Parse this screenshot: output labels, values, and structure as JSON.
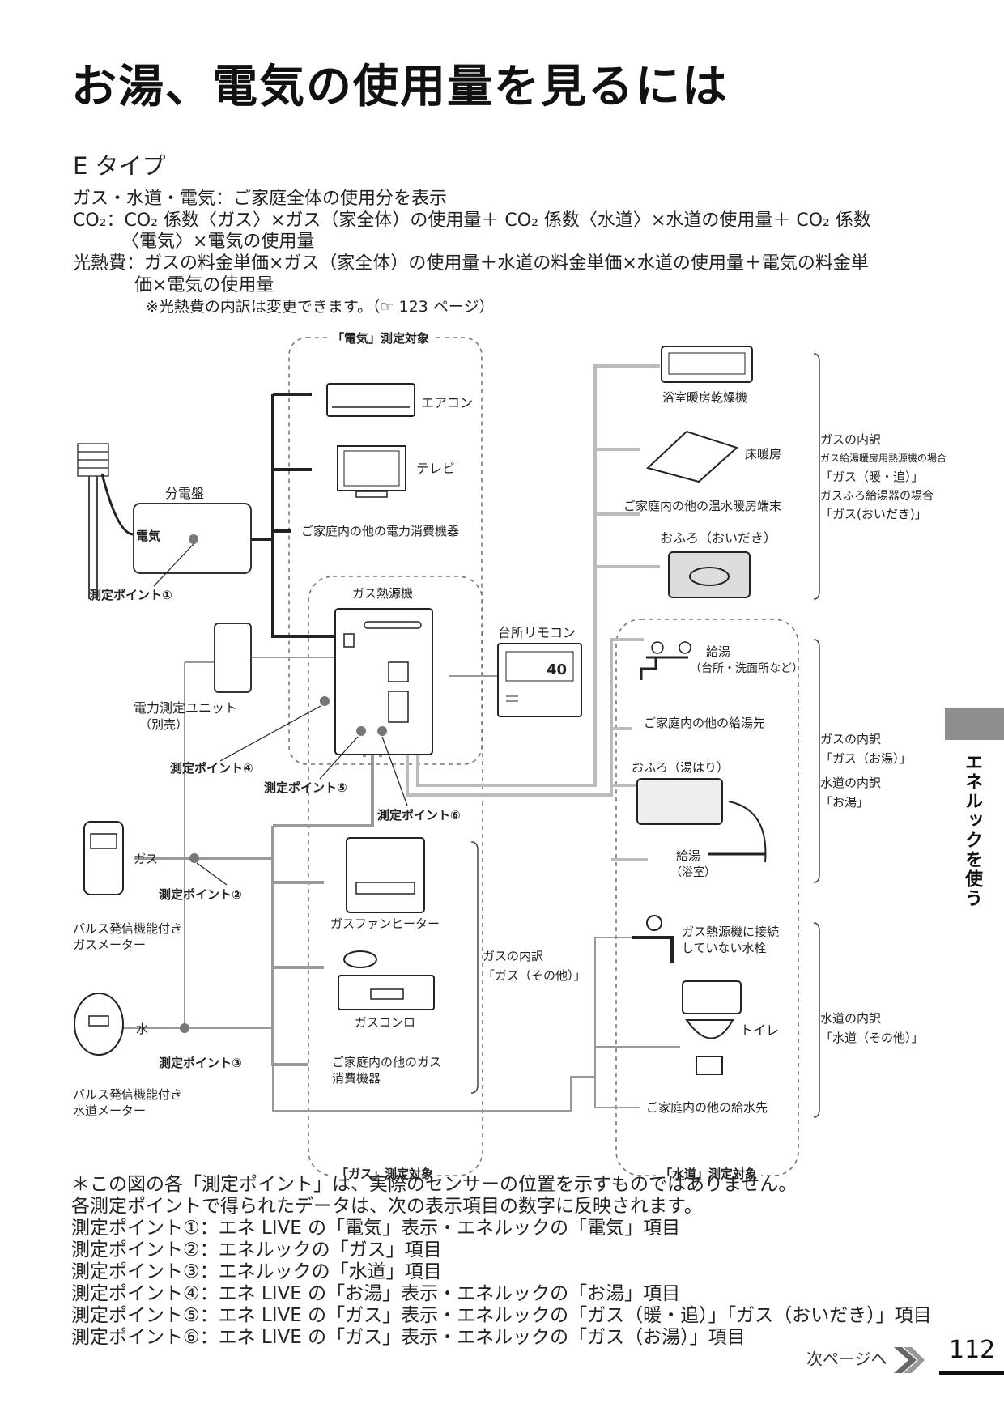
{
  "title": "お湯、電気の使用量を見るには",
  "type_label": "E タイプ",
  "definitions": [
    "ガス・水道・電気：ご家庭全体の使用分を表示",
    "CO₂：CO₂ 係数〈ガス〉×ガス（家全体）の使用量＋ CO₂ 係数〈水道〉×水道の使用量＋ CO₂ 係数",
    "〈電気〉×電気の使用量",
    "光熱費：ガスの料金単価×ガス（家全体）の使用量＋水道の料金単価×水道の使用量＋電気の料金単",
    "価×電気の使用量",
    "※光熱費の内訳は変更できます。（☞ 123 ページ）"
  ],
  "diagram": {
    "zone_denki": "「電気」測定対象",
    "zone_gas": "「ガス」測定対象",
    "zone_suido": "「水道」測定対象",
    "bunden": "分電盤",
    "denki": "電気",
    "gas": "ガス",
    "mizu": "水",
    "sokutei_1": "測定ポイント①",
    "sokutei_2": "測定ポイント②",
    "sokutei_3": "測定ポイント③",
    "sokutei_4": "測定ポイント④",
    "sokutei_5": "測定ポイント⑤",
    "sokutei_6": "測定ポイント⑥",
    "power_unit": "電力測定ユニット",
    "power_unit_sub": "（別売）",
    "gas_meter": [
      "パルス発信機能付き",
      "ガスメーター"
    ],
    "water_meter": [
      "パルス発信機能付き",
      "水道メーター"
    ],
    "aircon": "エアコン",
    "tv": "テレビ",
    "other_power": "ご家庭内の他の電力消費機器",
    "gas_heat_source": "ガス熱源機",
    "kitchen_remote": "台所リモコン",
    "remote_display": "40",
    "bathroom_dryer": "浴室暖房乾燥機",
    "floor_heating": "床暖房",
    "other_hot_water_heating": "ご家庭内の他の温水暖房端末",
    "ofuro_oidaki": "おふろ（おいだき）",
    "kyuto": "給湯",
    "kyuto_sub": "（台所・洗面所など）",
    "other_hot_water": "ご家庭内の他の給湯先",
    "ofuro_yuhari": "おふろ（湯はり）",
    "kyuto_bath": "給湯",
    "kyuto_bath_sub": "（浴室）",
    "fan_heater": "ガスファンヒーター",
    "gas_stove": "ガスコンロ",
    "other_gas": [
      "ご家庭内の他のガス",
      "消費機器"
    ],
    "faucet": [
      "ガス熱源機に接続",
      "していない水栓"
    ],
    "toilet": "トイレ",
    "other_water": "ご家庭内の他の給水先",
    "gas_breakdown_heating": [
      "ガスの内訳",
      "ガス給湯暖房用熱源機の場合",
      "「ガス（暖・追）」",
      "ガスふろ給湯器の場合",
      "「ガス(おいだき)」"
    ],
    "gas_breakdown_hotwater": [
      "ガスの内訳",
      "「ガス（お湯）」",
      "水道の内訳",
      "「お湯」"
    ],
    "gas_breakdown_other": [
      "ガスの内訳",
      "「ガス（その他）」"
    ],
    "water_breakdown_other": [
      "水道の内訳",
      "「水道（その他）」"
    ]
  },
  "notes": [
    "＊この図の各「測定ポイント」は、実際のセンサーの位置を示すものではありません。",
    "各測定ポイントで得られたデータは、次の表示項目の数字に反映されます。",
    "測定ポイント①：エネ LIVE の「電気」表示・エネルックの「電気」項目",
    "測定ポイント②：エネルックの「ガス」項目",
    "測定ポイント③：エネルックの「水道」項目",
    "測定ポイント④：エネ LIVE の「お湯」表示・エネルックの「お湯」項目",
    "測定ポイント⑤：エネ LIVE の「ガス」表示・エネルックの「ガス（暖・追）」「ガス（おいだき）」項目",
    "測定ポイント⑥：エネ LIVE の「ガス」表示・エネルックの「ガス（お湯）」項目"
  ],
  "side_tab": "エネルックを使う",
  "next_page": "次ページへ",
  "page_number": "112"
}
